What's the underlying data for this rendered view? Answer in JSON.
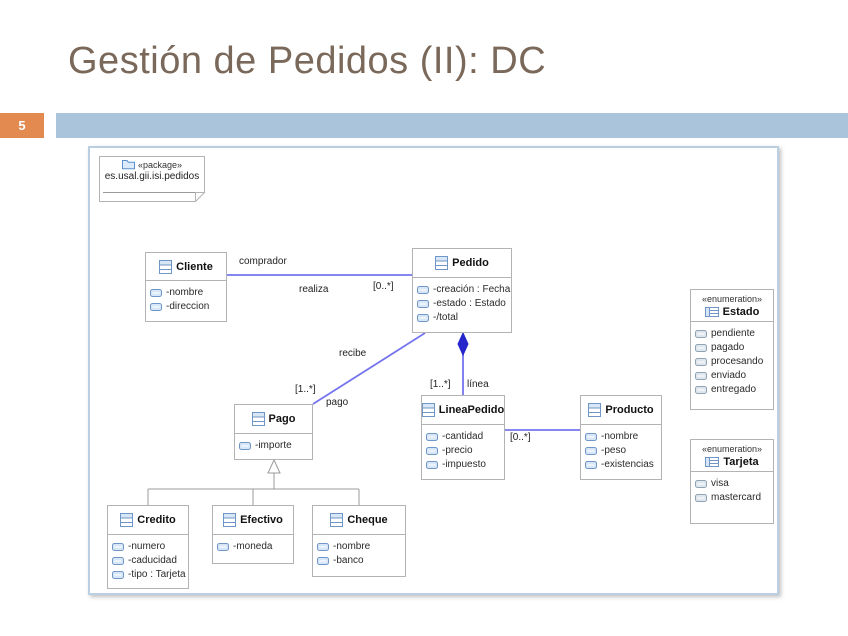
{
  "slide": {
    "title": "Gestión de Pedidos (II): DC",
    "page_number": "5",
    "colors": {
      "title_text": "#7a695a",
      "page_badge_bg": "#e28a4f",
      "accent_bar_bg": "#aac5db",
      "association_line": "#7474ee",
      "composition_diamond": "#2626cd",
      "generalization_line": "#9b9b9b",
      "box_border": "#b3b3b3",
      "frame_border": "#bacfe2"
    }
  },
  "diagram": {
    "package_note": {
      "stereotype": "«package»",
      "name": "es.usal.gii.isi.pedidos",
      "icon": "folder-icon"
    },
    "classes": {
      "cliente": {
        "name": "Cliente",
        "attributes": [
          "-nombre",
          "-direccion"
        ]
      },
      "pedido": {
        "name": "Pedido",
        "attributes": [
          "-creación : Fecha",
          "-estado : Estado",
          "-/total"
        ]
      },
      "pago": {
        "name": "Pago",
        "attributes": [
          "-importe"
        ]
      },
      "lineapedido": {
        "name": "LineaPedido",
        "attributes": [
          "-cantidad",
          "-precio",
          "-impuesto"
        ]
      },
      "producto": {
        "name": "Producto",
        "attributes": [
          "-nombre",
          "-peso",
          "-existencias"
        ]
      },
      "credito": {
        "name": "Credito",
        "attributes": [
          "-numero",
          "-caducidad",
          "-tipo : Tarjeta"
        ]
      },
      "efectivo": {
        "name": "Efectivo",
        "attributes": [
          "-moneda"
        ]
      },
      "cheque": {
        "name": "Cheque",
        "attributes": [
          "-nombre",
          "-banco"
        ]
      }
    },
    "enumerations": {
      "estado": {
        "stereotype": "«enumeration»",
        "name": "Estado",
        "literals": [
          "pendiente",
          "pagado",
          "procesando",
          "enviado",
          "entregado"
        ]
      },
      "tarjeta": {
        "stereotype": "«enumeration»",
        "name": "Tarjeta",
        "literals": [
          "visa",
          "mastercard"
        ]
      }
    },
    "labels": {
      "comprador": "comprador",
      "realiza": "realiza",
      "pedido_multiplicity": "[0..*]",
      "recibe": "recibe",
      "pago_multiplicity": "[1..*]",
      "pago_role": "pago",
      "linea_multiplicity": "[1..*]",
      "linea_role": "línea",
      "producto_multiplicity": "[0..*]"
    }
  }
}
